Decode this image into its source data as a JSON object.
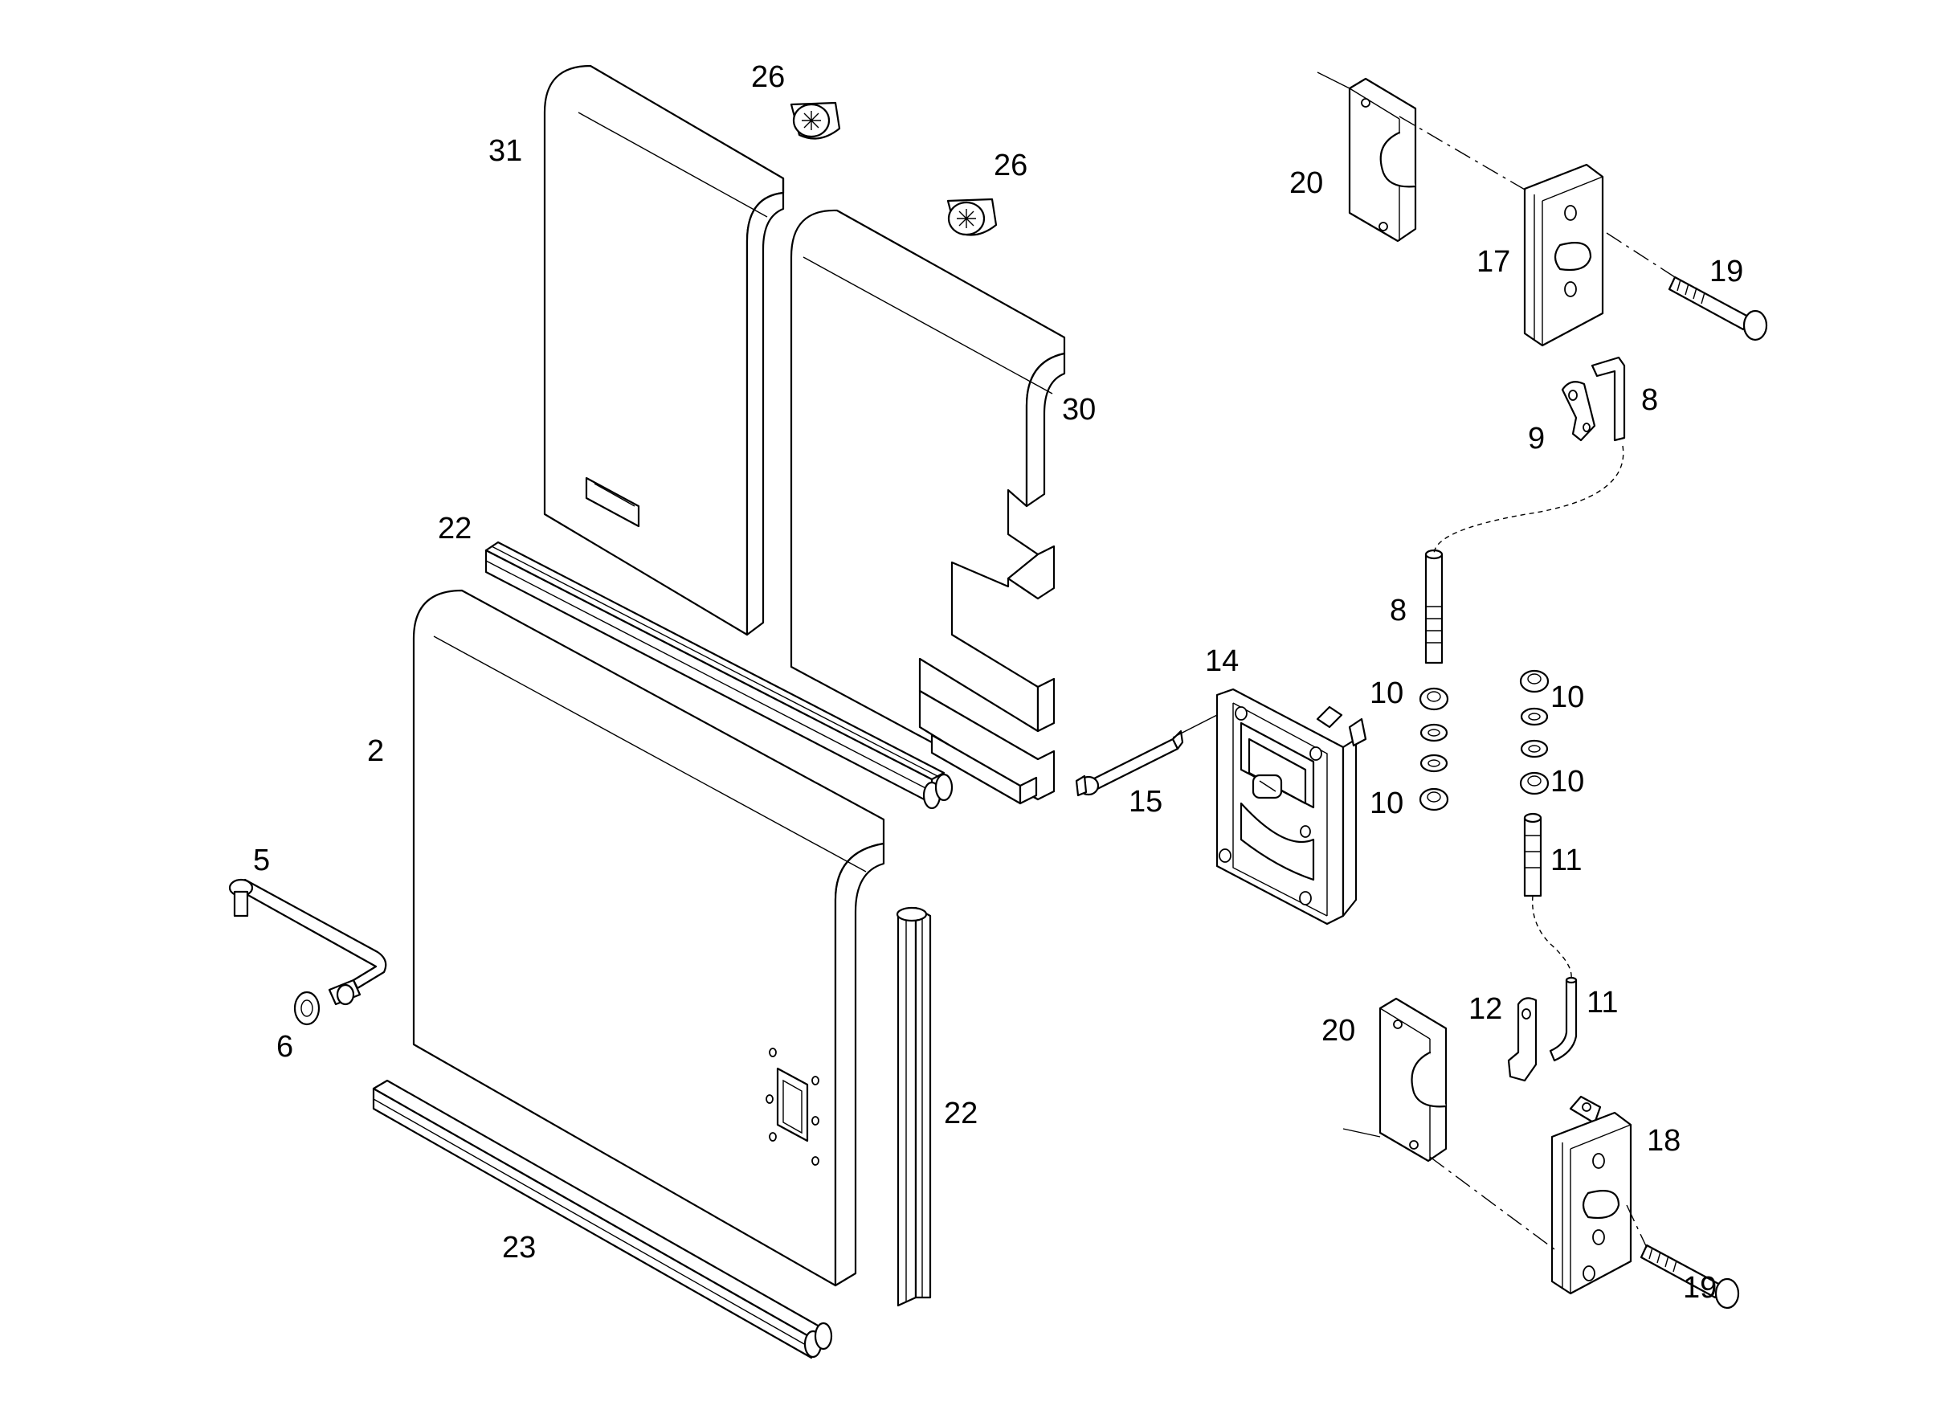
{
  "diagram": {
    "callouts": [
      "31",
      "26",
      "26",
      "30",
      "22",
      "2",
      "5",
      "6",
      "23",
      "22",
      "20",
      "17",
      "19",
      "9",
      "8",
      "8",
      "10",
      "10",
      "10",
      "10",
      "14",
      "15",
      "11",
      "11",
      "12",
      "20",
      "18",
      "19"
    ]
  }
}
